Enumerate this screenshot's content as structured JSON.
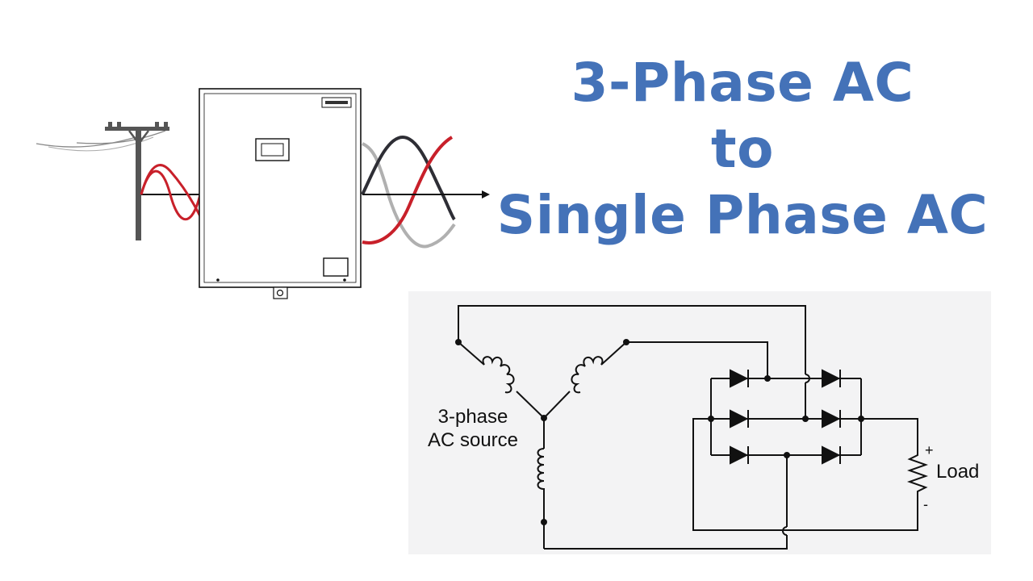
{
  "colors": {
    "title": "#4472b8",
    "wave_red": "#c8202a",
    "wave_dark": "#2e2e35",
    "wave_gray": "#b0b0b0",
    "outline": "#111111",
    "schematic_bg": "#f3f3f4",
    "schematic_line": "#111111"
  },
  "title": {
    "line1": "3-Phase AC",
    "line2": "to",
    "line3": "Single Phase AC"
  },
  "illustration": {
    "icons": [
      "utility-pole-icon",
      "converter-cabinet-icon",
      "single-phase-wave-icon",
      "three-phase-wave-icon"
    ]
  },
  "schematic": {
    "source_label_line1": "3-phase",
    "source_label_line2": "AC source",
    "load_label": "Load",
    "load_plus": "+",
    "load_minus": "-"
  }
}
